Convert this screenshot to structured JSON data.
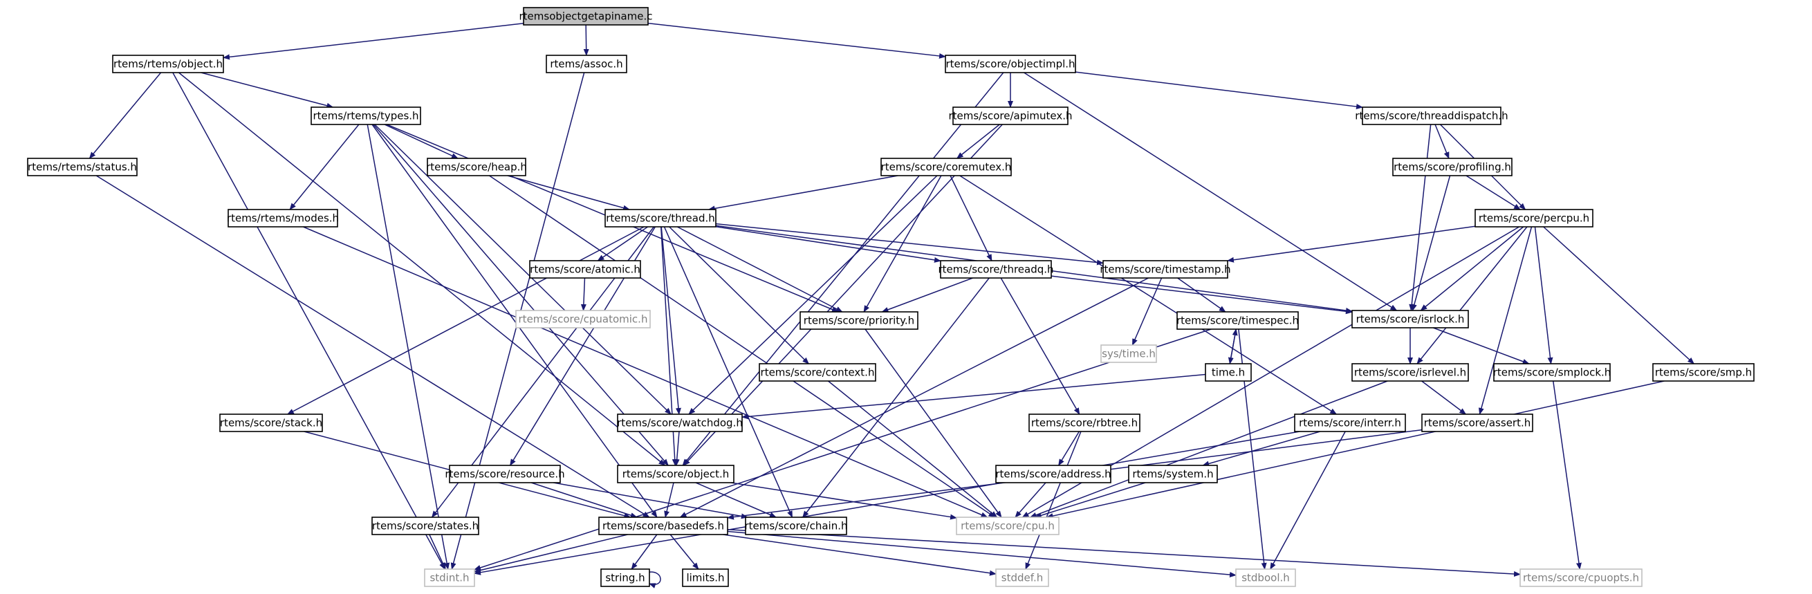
{
  "colors": {
    "edge": "#191970",
    "node_border": "#000000",
    "missing_border": "#bfbfbf",
    "missing_text": "#808080",
    "root_fill": "#bfbfbf"
  },
  "nodes": [
    {
      "id": "root",
      "label": "rtemsobjectgetapiname.c",
      "kind": "root"
    },
    {
      "id": "rtems_object",
      "label": "rtems/rtems/object.h",
      "kind": "file"
    },
    {
      "id": "rtems_assoc",
      "label": "rtems/assoc.h",
      "kind": "file"
    },
    {
      "id": "objectimpl",
      "label": "rtems/score/objectimpl.h",
      "kind": "file"
    },
    {
      "id": "types",
      "label": "rtems/rtems/types.h",
      "kind": "file"
    },
    {
      "id": "status",
      "label": "rtems/rtems/status.h",
      "kind": "file"
    },
    {
      "id": "apimutex",
      "label": "rtems/score/apimutex.h",
      "kind": "file"
    },
    {
      "id": "threaddispatch",
      "label": "rtems/score/threaddispatch.h",
      "kind": "file"
    },
    {
      "id": "heap",
      "label": "rtems/score/heap.h",
      "kind": "file"
    },
    {
      "id": "coremutex",
      "label": "rtems/score/coremutex.h",
      "kind": "file"
    },
    {
      "id": "profiling",
      "label": "rtems/score/profiling.h",
      "kind": "file"
    },
    {
      "id": "modes",
      "label": "rtems/rtems/modes.h",
      "kind": "file"
    },
    {
      "id": "thread",
      "label": "rtems/score/thread.h",
      "kind": "file"
    },
    {
      "id": "percpu",
      "label": "rtems/score/percpu.h",
      "kind": "file"
    },
    {
      "id": "atomic",
      "label": "rtems/score/atomic.h",
      "kind": "file"
    },
    {
      "id": "threadq",
      "label": "rtems/score/threadq.h",
      "kind": "file"
    },
    {
      "id": "timestamp",
      "label": "rtems/score/timestamp.h",
      "kind": "file"
    },
    {
      "id": "cpuatomic",
      "label": "rtems/score/cpuatomic.h",
      "kind": "missing"
    },
    {
      "id": "priority",
      "label": "rtems/score/priority.h",
      "kind": "file"
    },
    {
      "id": "systime",
      "label": "sys/time.h",
      "kind": "missing"
    },
    {
      "id": "timespec",
      "label": "rtems/score/timespec.h",
      "kind": "file"
    },
    {
      "id": "isrlock",
      "label": "rtems/score/isrlock.h",
      "kind": "file"
    },
    {
      "id": "context",
      "label": "rtems/score/context.h",
      "kind": "file"
    },
    {
      "id": "time",
      "label": "time.h",
      "kind": "file"
    },
    {
      "id": "isrlevel",
      "label": "rtems/score/isrlevel.h",
      "kind": "file"
    },
    {
      "id": "smplock",
      "label": "rtems/score/smplock.h",
      "kind": "file"
    },
    {
      "id": "smp",
      "label": "rtems/score/smp.h",
      "kind": "file"
    },
    {
      "id": "stack",
      "label": "rtems/score/stack.h",
      "kind": "file"
    },
    {
      "id": "watchdog",
      "label": "rtems/score/watchdog.h",
      "kind": "file"
    },
    {
      "id": "rbtree",
      "label": "rtems/score/rbtree.h",
      "kind": "file"
    },
    {
      "id": "interr",
      "label": "rtems/score/interr.h",
      "kind": "file"
    },
    {
      "id": "assert",
      "label": "rtems/score/assert.h",
      "kind": "file"
    },
    {
      "id": "resource",
      "label": "rtems/score/resource.h",
      "kind": "file"
    },
    {
      "id": "score_object",
      "label": "rtems/score/object.h",
      "kind": "file"
    },
    {
      "id": "address",
      "label": "rtems/score/address.h",
      "kind": "file"
    },
    {
      "id": "system",
      "label": "rtems/system.h",
      "kind": "file"
    },
    {
      "id": "states",
      "label": "rtems/score/states.h",
      "kind": "file"
    },
    {
      "id": "basedefs",
      "label": "rtems/score/basedefs.h",
      "kind": "file"
    },
    {
      "id": "chain",
      "label": "rtems/score/chain.h",
      "kind": "file"
    },
    {
      "id": "cpu",
      "label": "rtems/score/cpu.h",
      "kind": "missing"
    },
    {
      "id": "stdint",
      "label": "stdint.h",
      "kind": "missing"
    },
    {
      "id": "string",
      "label": "string.h",
      "kind": "file"
    },
    {
      "id": "limits",
      "label": "limits.h",
      "kind": "file"
    },
    {
      "id": "stddef",
      "label": "stddef.h",
      "kind": "missing"
    },
    {
      "id": "stdbool",
      "label": "stdbool.h",
      "kind": "missing"
    },
    {
      "id": "cpuopts",
      "label": "rtems/score/cpuopts.h",
      "kind": "missing"
    }
  ],
  "edges": [
    [
      "root",
      "rtems_object"
    ],
    [
      "root",
      "rtems_assoc"
    ],
    [
      "root",
      "objectimpl"
    ],
    [
      "rtems_object",
      "types"
    ],
    [
      "rtems_object",
      "status"
    ],
    [
      "rtems_object",
      "score_object"
    ],
    [
      "rtems_object",
      "stdint"
    ],
    [
      "rtems_assoc",
      "stdint"
    ],
    [
      "objectimpl",
      "apimutex"
    ],
    [
      "objectimpl",
      "threaddispatch"
    ],
    [
      "objectimpl",
      "isrlock"
    ],
    [
      "objectimpl",
      "score_object"
    ],
    [
      "types",
      "modes"
    ],
    [
      "types",
      "heap"
    ],
    [
      "types",
      "priority"
    ],
    [
      "types",
      "watchdog"
    ],
    [
      "types",
      "score_object"
    ],
    [
      "types",
      "stdint"
    ],
    [
      "types",
      "basedefs"
    ],
    [
      "status",
      "basedefs"
    ],
    [
      "apimutex",
      "coremutex"
    ],
    [
      "apimutex",
      "score_object"
    ],
    [
      "threaddispatch",
      "percpu"
    ],
    [
      "threaddispatch",
      "profiling"
    ],
    [
      "threaddispatch",
      "isrlock"
    ],
    [
      "heap",
      "thread"
    ],
    [
      "heap",
      "cpu"
    ],
    [
      "coremutex",
      "thread"
    ],
    [
      "coremutex",
      "threadq"
    ],
    [
      "coremutex",
      "priority"
    ],
    [
      "coremutex",
      "watchdog"
    ],
    [
      "coremutex",
      "interr"
    ],
    [
      "profiling",
      "percpu"
    ],
    [
      "profiling",
      "isrlock"
    ],
    [
      "modes",
      "cpu"
    ],
    [
      "thread",
      "atomic"
    ],
    [
      "thread",
      "context"
    ],
    [
      "thread",
      "priority"
    ],
    [
      "thread",
      "threadq"
    ],
    [
      "thread",
      "timestamp"
    ],
    [
      "thread",
      "isrlock"
    ],
    [
      "thread",
      "watchdog"
    ],
    [
      "thread",
      "stack"
    ],
    [
      "thread",
      "resource"
    ],
    [
      "thread",
      "score_object"
    ],
    [
      "thread",
      "states"
    ],
    [
      "thread",
      "chain"
    ],
    [
      "percpu",
      "timestamp"
    ],
    [
      "percpu",
      "isrlock"
    ],
    [
      "percpu",
      "isrlevel"
    ],
    [
      "percpu",
      "smplock"
    ],
    [
      "percpu",
      "smp"
    ],
    [
      "percpu",
      "assert"
    ],
    [
      "percpu",
      "cpu"
    ],
    [
      "atomic",
      "cpuatomic"
    ],
    [
      "threadq",
      "priority"
    ],
    [
      "threadq",
      "isrlock"
    ],
    [
      "threadq",
      "rbtree"
    ],
    [
      "threadq",
      "chain"
    ],
    [
      "timestamp",
      "systime"
    ],
    [
      "timestamp",
      "timespec"
    ],
    [
      "timestamp",
      "basedefs"
    ],
    [
      "priority",
      "cpu"
    ],
    [
      "timespec",
      "time"
    ],
    [
      "timespec",
      "stdbool"
    ],
    [
      "timespec",
      "stdint"
    ],
    [
      "isrlock",
      "isrlevel"
    ],
    [
      "isrlock",
      "smplock"
    ],
    [
      "context",
      "cpu"
    ],
    [
      "time",
      "timespec"
    ],
    [
      "time",
      "watchdog"
    ],
    [
      "isrlevel",
      "assert"
    ],
    [
      "isrlevel",
      "cpu"
    ],
    [
      "smplock",
      "cpuopts"
    ],
    [
      "smp",
      "cpu"
    ],
    [
      "stack",
      "basedefs"
    ],
    [
      "watchdog",
      "score_object"
    ],
    [
      "rbtree",
      "address"
    ],
    [
      "rbtree",
      "stddef"
    ],
    [
      "interr",
      "system"
    ],
    [
      "interr",
      "stdbool"
    ],
    [
      "interr",
      "stdint"
    ],
    [
      "assert",
      "basedefs"
    ],
    [
      "resource",
      "basedefs"
    ],
    [
      "resource",
      "chain"
    ],
    [
      "score_object",
      "basedefs"
    ],
    [
      "score_object",
      "chain"
    ],
    [
      "score_object",
      "cpu"
    ],
    [
      "address",
      "cpu"
    ],
    [
      "system",
      "cpu"
    ],
    [
      "states",
      "stdint"
    ],
    [
      "basedefs",
      "string"
    ],
    [
      "basedefs",
      "limits"
    ],
    [
      "basedefs",
      "stddef"
    ],
    [
      "basedefs",
      "stdbool"
    ],
    [
      "basedefs",
      "stdint"
    ],
    [
      "basedefs",
      "cpuopts"
    ],
    [
      "string",
      "string"
    ]
  ]
}
